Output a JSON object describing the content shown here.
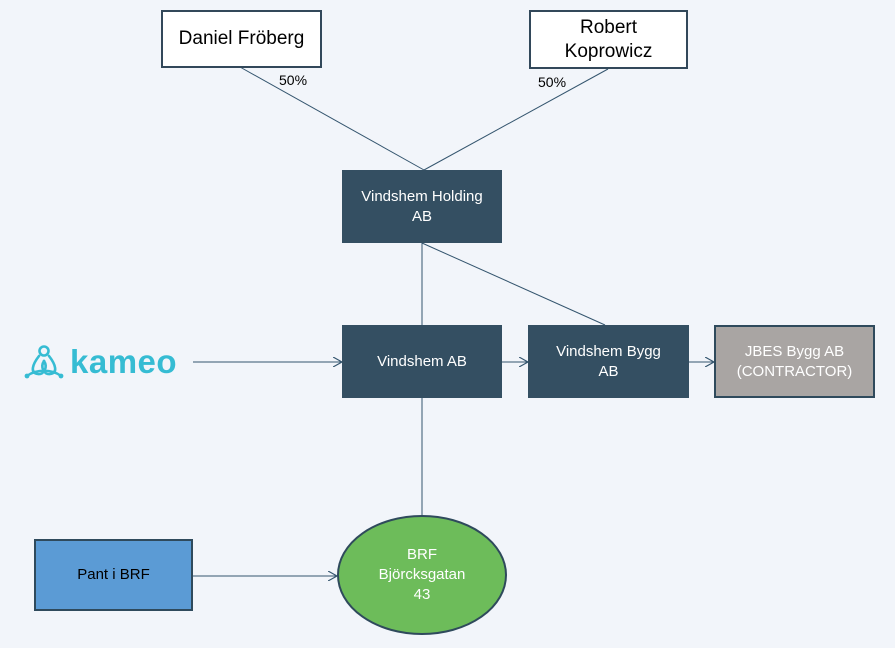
{
  "persons": {
    "daniel": "Daniel Fröberg",
    "robert": "Robert\nKoprowicz"
  },
  "ownership": {
    "daniel_pct": "50%",
    "robert_pct": "50%"
  },
  "companies": {
    "holding": "Vindshem Holding\nAB",
    "vindshem_ab": "Vindshem AB",
    "bygg": "Vindshem Bygg\nAB",
    "jbes": "JBES Bygg AB\n(CONTRACTOR)",
    "brf": "BRF\nBjörcksgatan\n43",
    "pant": "Pant i BRF"
  },
  "logo": {
    "name": "kameo",
    "color": "#36bcd3"
  },
  "colors": {
    "dark_box": "#344f62",
    "line": "#34556e",
    "green": "#6dbc5a",
    "blue": "#5b9bd5",
    "grey": "#a9a5a3"
  }
}
